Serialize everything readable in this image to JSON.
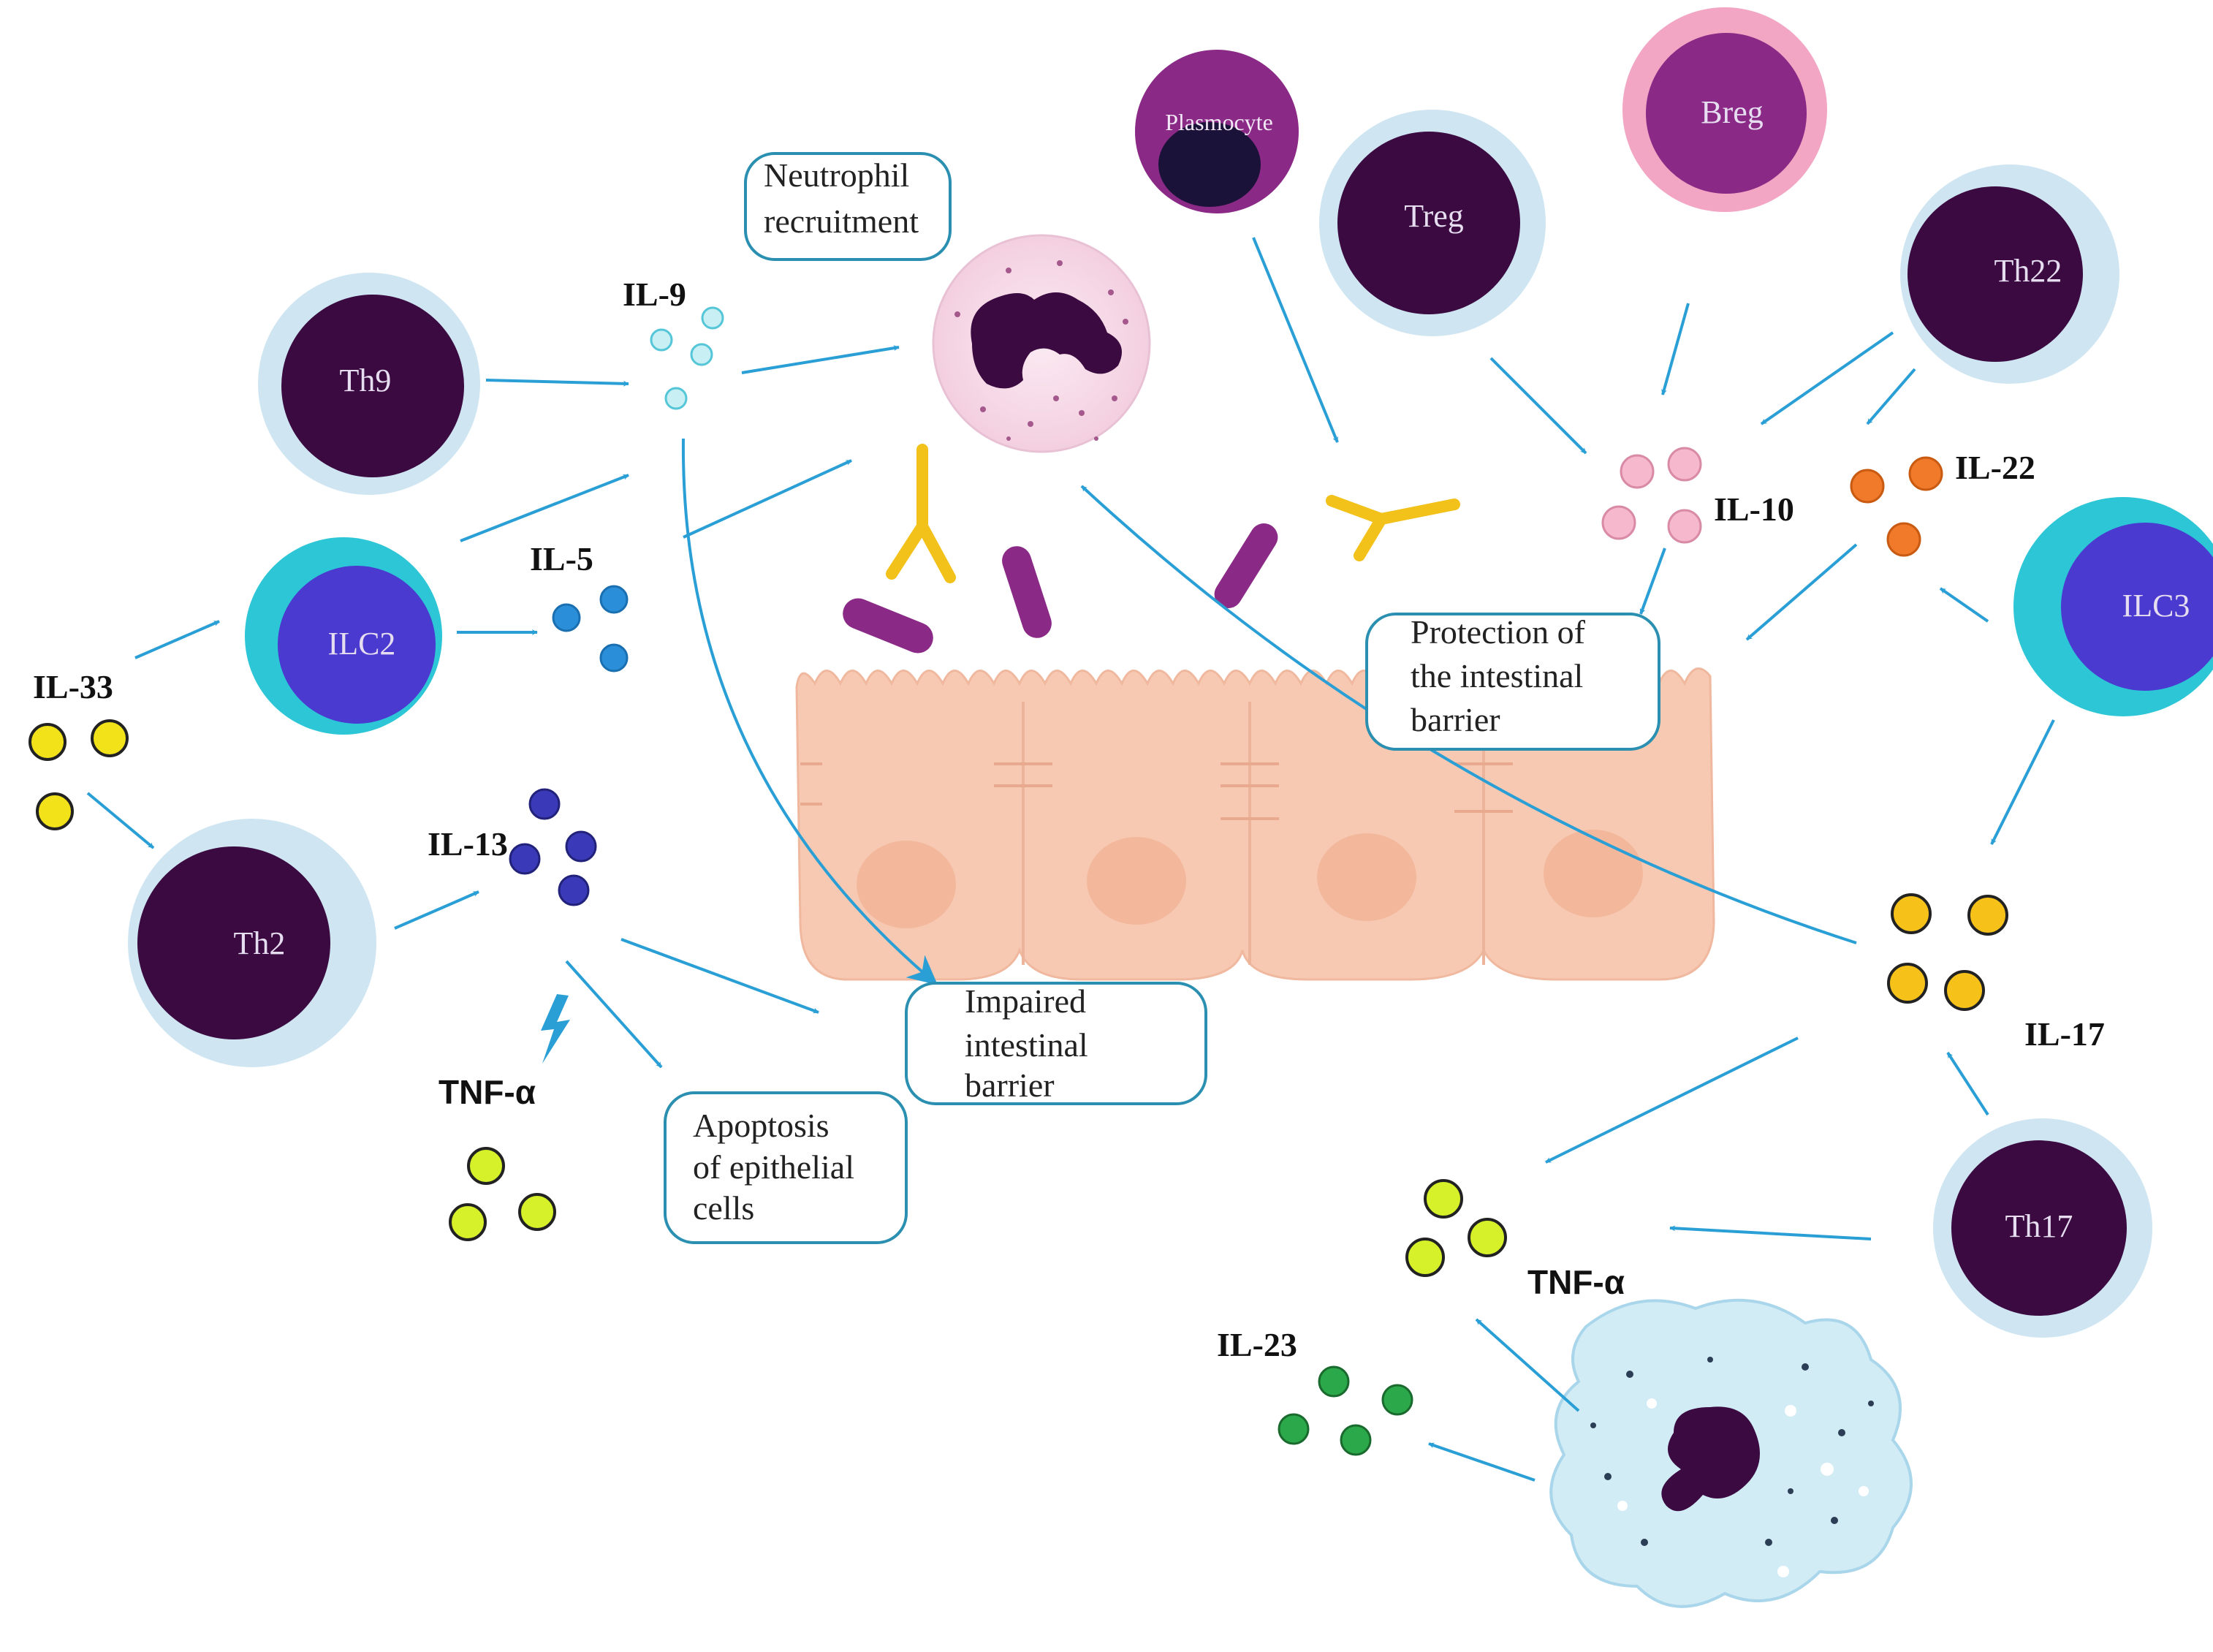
{
  "cells": {
    "th9": "Th9",
    "ilc2": "ILC2",
    "th2": "Th2",
    "plasmocyte": "Plasmocyte",
    "treg": "Treg",
    "breg": "Breg",
    "th22": "Th22",
    "ilc3": "ILC3",
    "th17": "Th17"
  },
  "cytokines": {
    "il9": "IL-9",
    "il5": "IL-5",
    "il33": "IL-33",
    "il13": "IL-13",
    "tnf_left": "TNF-α",
    "il10": "IL-10",
    "il22": "IL-22",
    "il17": "IL-17",
    "tnf_right": "TNF-α",
    "il23": "IL-23"
  },
  "boxes": {
    "neutrophil": [
      "Neutrophil",
      "recruitment"
    ],
    "protection": [
      "Protection of",
      "the intestinal",
      "barrier"
    ],
    "impaired": [
      "Impaired",
      "intestinal",
      "barrier"
    ],
    "apoptosis": [
      "Apoptosis",
      "of epithelial",
      "cells"
    ]
  },
  "colors": {
    "arrow": "#2a9fd6",
    "t_cell_nucleus": "#3a0a40",
    "t_cell_ring": "#cfe6f2",
    "ilc_ring": "#2dc6d6",
    "ilc_nucleus": "#4a3ad0",
    "breg_ring": "#f2a6c4",
    "breg_nucleus": "#8a2a86",
    "il33": "#f2e21a",
    "il5": "#2a8fd8",
    "il13": "#3a3ab8",
    "il9": "#c8f0f4",
    "il10": "#f6b8cc",
    "il22": "#f07a2a",
    "il17": "#f6c21a",
    "tnf": "#d6f02a",
    "il23": "#2aa84a",
    "epithelium": "#f7c9b2",
    "antibody": "#f2c21a",
    "bacteria": "#8a2a86"
  }
}
